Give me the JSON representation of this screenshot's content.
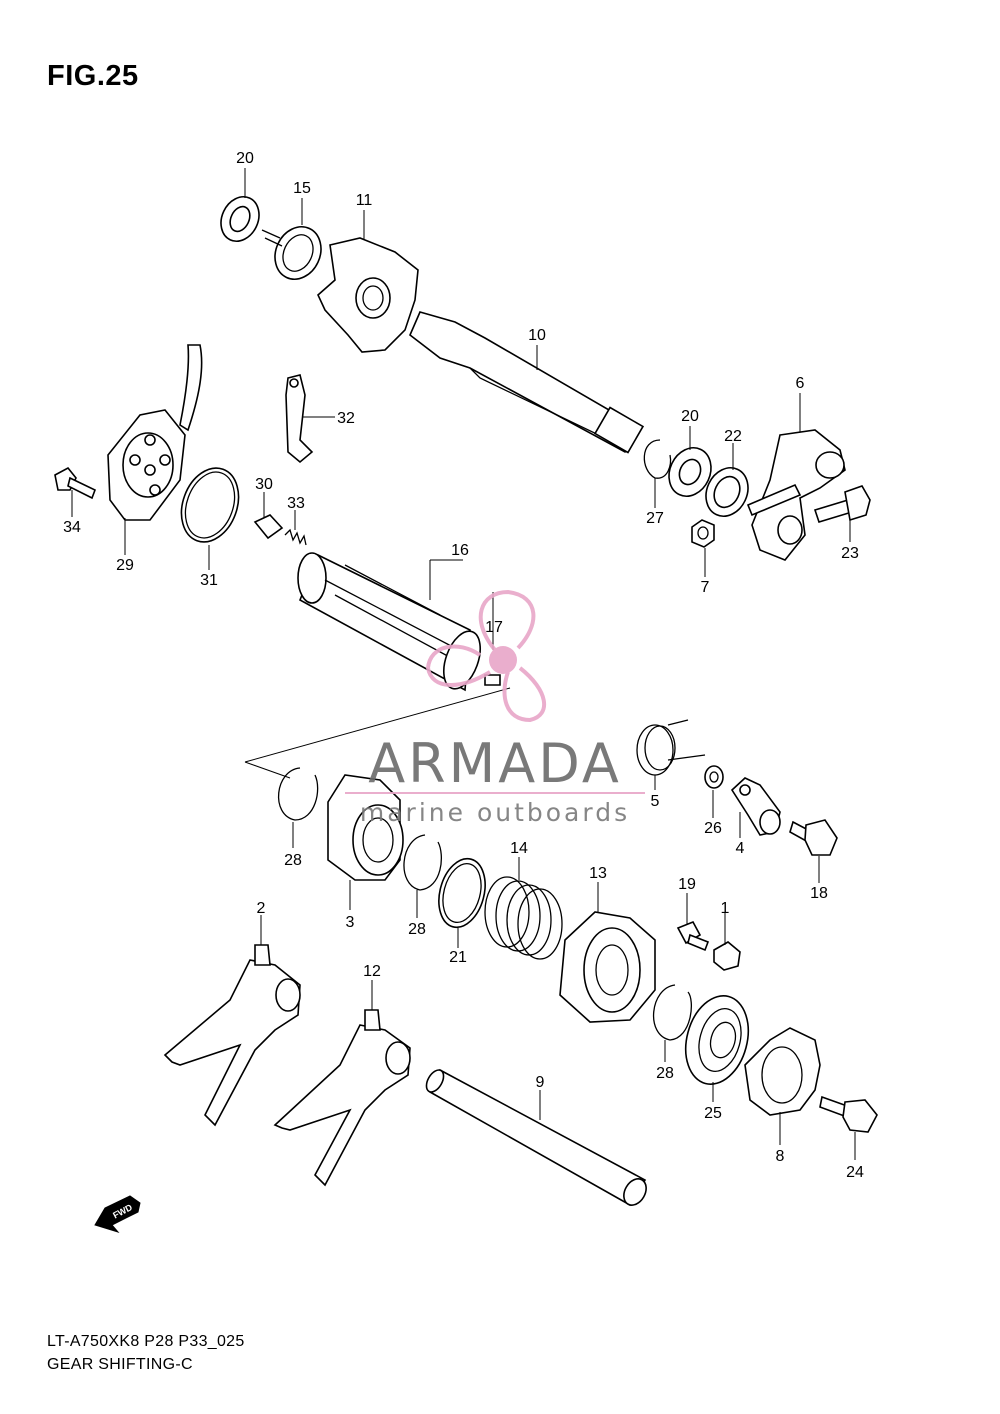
{
  "figure": {
    "title": "FIG.25",
    "model_code": "LT-A750XK8 P28 P33_025",
    "section": "GEAR SHIFTING-C",
    "direction_marker": "FWD"
  },
  "watermark": {
    "name": "ARMADA",
    "tagline": "marine outboards",
    "accent_color": "#e8a6c8"
  },
  "callouts": [
    {
      "id": "c-20a",
      "text": "20"
    },
    {
      "id": "c-15",
      "text": "15"
    },
    {
      "id": "c-11",
      "text": "11"
    },
    {
      "id": "c-10",
      "text": "10"
    },
    {
      "id": "c-6",
      "text": "6"
    },
    {
      "id": "c-32",
      "text": "32"
    },
    {
      "id": "c-20b",
      "text": "20"
    },
    {
      "id": "c-22",
      "text": "22"
    },
    {
      "id": "c-27",
      "text": "27"
    },
    {
      "id": "c-7",
      "text": "7"
    },
    {
      "id": "c-23",
      "text": "23"
    },
    {
      "id": "c-34",
      "text": "34"
    },
    {
      "id": "c-29",
      "text": "29"
    },
    {
      "id": "c-30",
      "text": "30"
    },
    {
      "id": "c-33",
      "text": "33"
    },
    {
      "id": "c-31",
      "text": "31"
    },
    {
      "id": "c-16",
      "text": "16"
    },
    {
      "id": "c-17",
      "text": "17"
    },
    {
      "id": "c-5",
      "text": "5"
    },
    {
      "id": "c-26",
      "text": "26"
    },
    {
      "id": "c-4",
      "text": "4"
    },
    {
      "id": "c-18",
      "text": "18"
    },
    {
      "id": "c-28a",
      "text": "28"
    },
    {
      "id": "c-3",
      "text": "3"
    },
    {
      "id": "c-28b",
      "text": "28"
    },
    {
      "id": "c-21",
      "text": "21"
    },
    {
      "id": "c-14",
      "text": "14"
    },
    {
      "id": "c-13",
      "text": "13"
    },
    {
      "id": "c-19",
      "text": "19"
    },
    {
      "id": "c-1",
      "text": "1"
    },
    {
      "id": "c-2",
      "text": "2"
    },
    {
      "id": "c-12",
      "text": "12"
    },
    {
      "id": "c-9",
      "text": "9"
    },
    {
      "id": "c-28c",
      "text": "28"
    },
    {
      "id": "c-25",
      "text": "25"
    },
    {
      "id": "c-8",
      "text": "8"
    },
    {
      "id": "c-24",
      "text": "24"
    }
  ]
}
